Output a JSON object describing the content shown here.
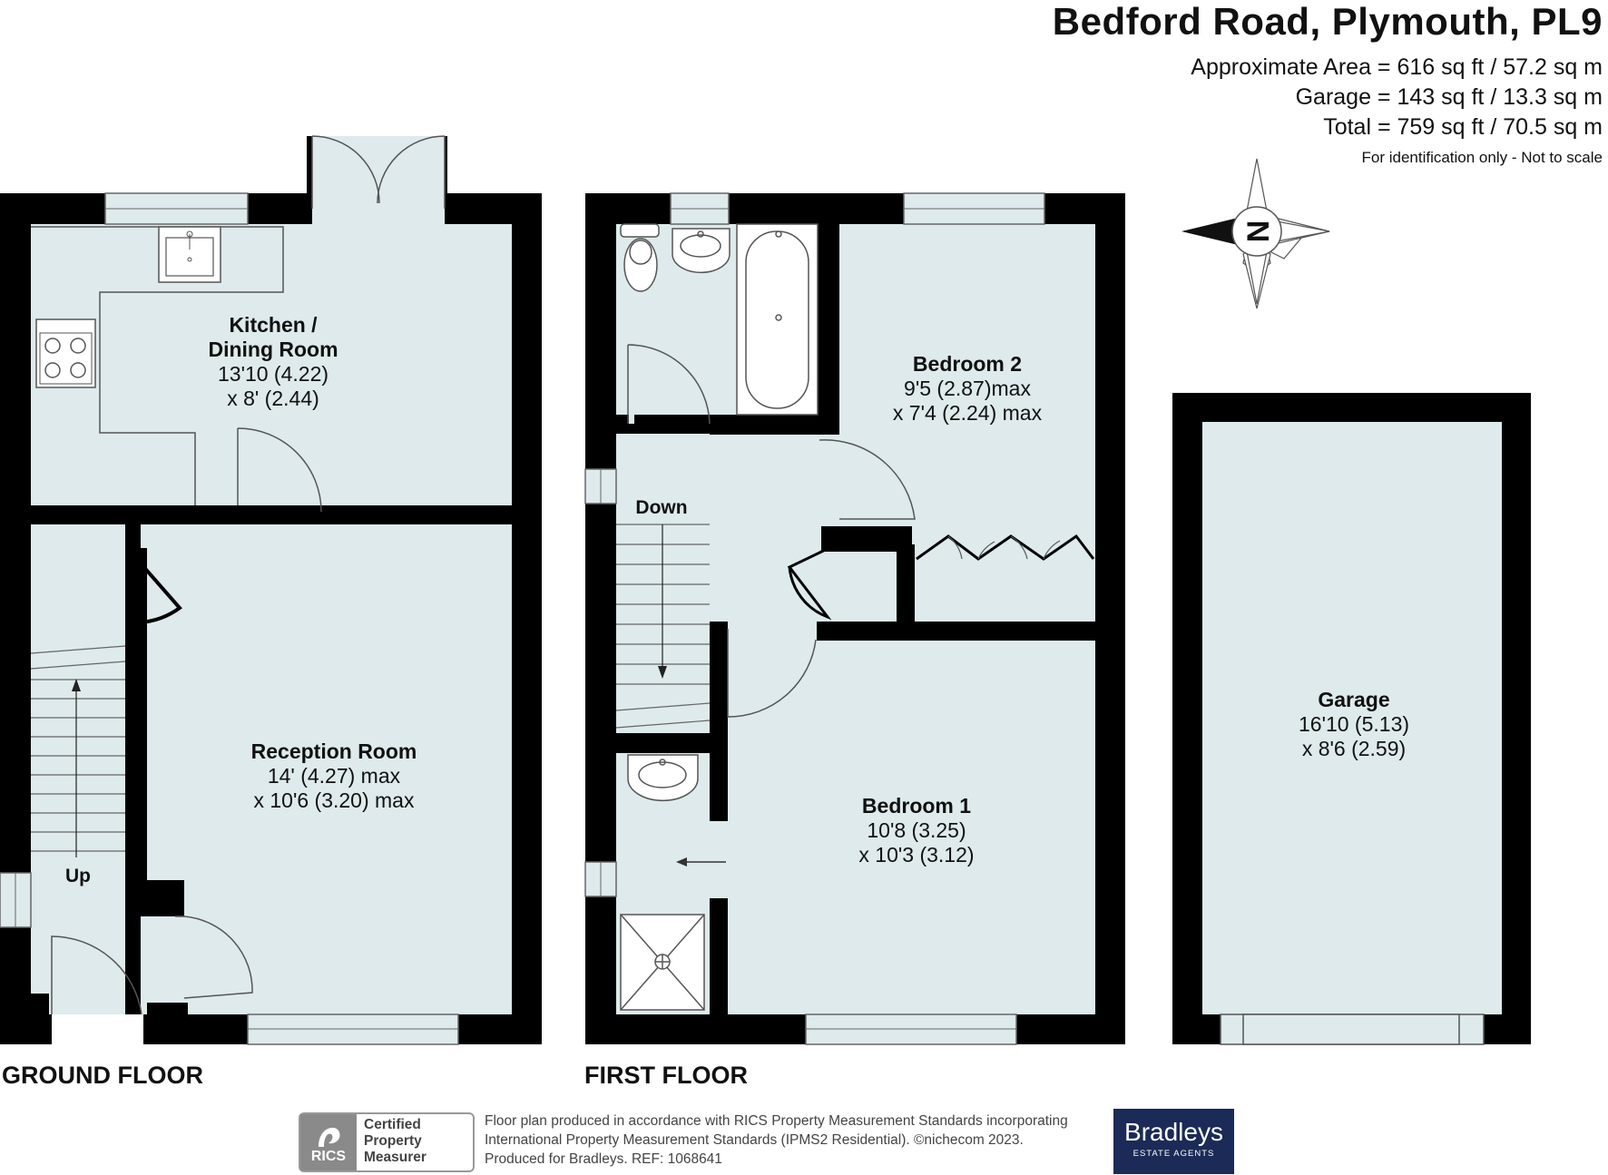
{
  "header": {
    "title": "Bedford Road, Plymouth, PL9",
    "area_line": "Approximate Area = 616 sq ft / 57.2 sq m",
    "garage_line": "Garage = 143 sq ft / 13.3 sq m",
    "total_line": "Total = 759 sq ft / 70.5 sq m",
    "note": "For identification only - Not to scale"
  },
  "compass": {
    "label": "N"
  },
  "rooms": {
    "kitchen": {
      "name1": "Kitchen /",
      "name2": "Dining Room",
      "dim1": "13'10 (4.22)",
      "dim2": "x 8' (2.44)"
    },
    "reception": {
      "name": "Reception Room",
      "dim1": "14' (4.27) max",
      "dim2": "x 10'6 (3.20) max"
    },
    "bedroom2": {
      "name": "Bedroom 2",
      "dim1": "9'5 (2.87)max",
      "dim2": "x 7'4 (2.24) max"
    },
    "bedroom1": {
      "name": "Bedroom 1",
      "dim1": "10'8 (3.25)",
      "dim2": "x 10'3 (3.12)"
    },
    "garage": {
      "name": "Garage",
      "dim1": "16'10 (5.13)",
      "dim2": "x 8'6 (2.59)"
    }
  },
  "stairs": {
    "up": "Up",
    "down": "Down"
  },
  "floors": {
    "ground": "GROUND FLOOR",
    "first": "FIRST FLOOR"
  },
  "footer": {
    "rics_badge": "RICS",
    "rics_line1": "Certified",
    "rics_line2": "Property",
    "rics_line3": "Measurer",
    "text_line1": "Floor plan produced in accordance with RICS Property Measurement Standards incorporating",
    "text_line2": "International Property Measurement Standards (IPMS2 Residential).   ©nichecom 2023.",
    "text_line3": "Produced for Bradleys.    REF:  1068641",
    "brand": "Bradleys",
    "brand_sub": "ESTATE AGENTS"
  },
  "colors": {
    "wall": "#000000",
    "floor": "#deeaec",
    "navy": "#1b2a57"
  }
}
